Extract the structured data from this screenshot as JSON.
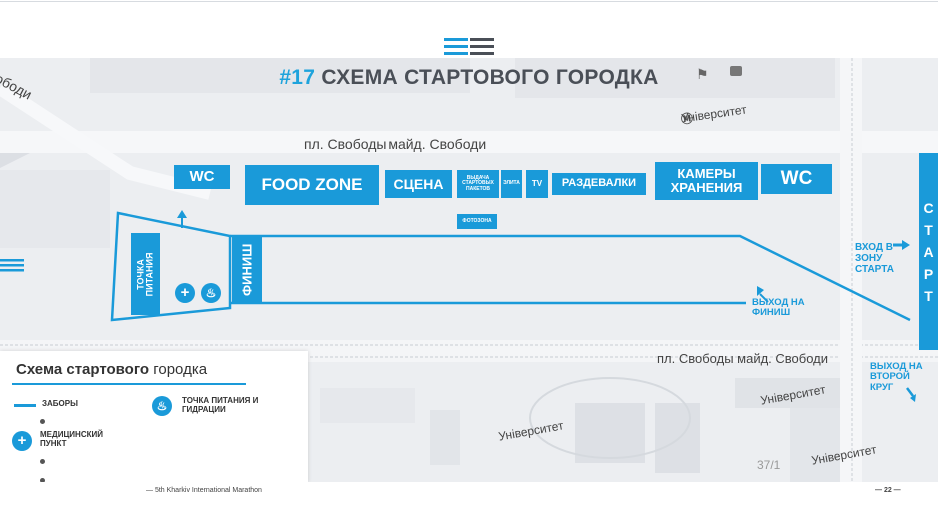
{
  "header": {
    "title_number": "#17",
    "title_text": "СХЕМА СТАРТОВОГО ГОРОДКА"
  },
  "map": {
    "street_top_a": "пл. Свободы",
    "street_top_b": "майд. Свободи",
    "street_bottom": "пл. Свободы майд. Свободи",
    "street_corner": "ободи",
    "metro_labels": [
      "Університет",
      "Університет",
      "Університет",
      "Університет"
    ],
    "building_number": "37/1"
  },
  "zones": {
    "wc_left": "WC",
    "food_zone": "FOOD ZONE",
    "stage": "СЦЕНА",
    "packet_pickup": "ВЫДАЧА СТАРТОВЫХ ПАКЕТОВ",
    "elite": "ЭЛИТА",
    "tv": "TV",
    "changing": "РАЗДЕВАЛКИ",
    "storage": "КАМЕРЫ ХРАНЕНИЯ",
    "wc_right": "WC",
    "photo_zone": "ФОТОЗОНА",
    "food_point": "ТОЧКА ПИТАНИЯ",
    "finish": "ФИНИШ",
    "start": "СТАРТ"
  },
  "annotations": {
    "exit_finish": "ВЫХОД НА ФИНИШ",
    "entry_start": "ВХОД В ЗОНУ СТАРТА",
    "exit_second_lap": "ВЫХОД НА ВТОРОЙ КРУГ"
  },
  "legend": {
    "title_bold": "Схема стартового",
    "title_thin": "городка",
    "fences": "ЗАБОРЫ",
    "medical": "МЕДИЦИНСКИЙ ПУНКТ",
    "hydration": "ТОЧКА ПИТАНИЯ И ГИДРАЦИИ"
  },
  "footer": {
    "left": "— 5th Kharkiv International Marathon",
    "page": "— 22 —"
  },
  "colors": {
    "accent": "#1a9ad9",
    "title_gray": "#4a4f57",
    "map_bg": "#eceef1"
  }
}
